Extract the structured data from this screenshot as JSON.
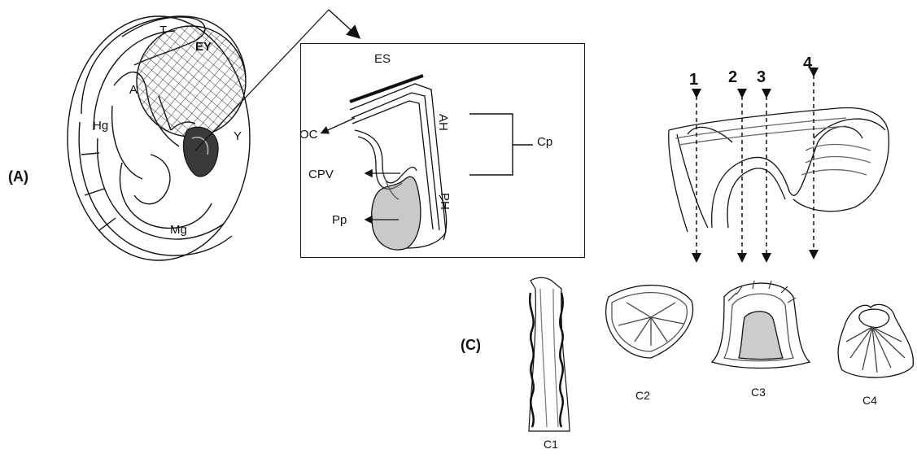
{
  "panels": {
    "a_label": "(A)",
    "c_label": "(C)"
  },
  "figure_a": {
    "labels": {
      "t": "T",
      "ey": "EY",
      "a": "A",
      "y": "Y",
      "hg": "Hg",
      "mg": "Mg"
    }
  },
  "inset": {
    "labels": {
      "es": "ES",
      "oc": "OC",
      "ah": "AH",
      "cp": "Cp",
      "cpv": "CPV",
      "ph": "PH",
      "pp": "Pp"
    }
  },
  "figure_c": {
    "section_numbers": [
      "1",
      "2",
      "3",
      "4"
    ],
    "captions": [
      "C1",
      "C2",
      "C3",
      "C4"
    ]
  },
  "colors": {
    "ink": "#111111",
    "hatch": "#333333",
    "shade": "#555555"
  }
}
